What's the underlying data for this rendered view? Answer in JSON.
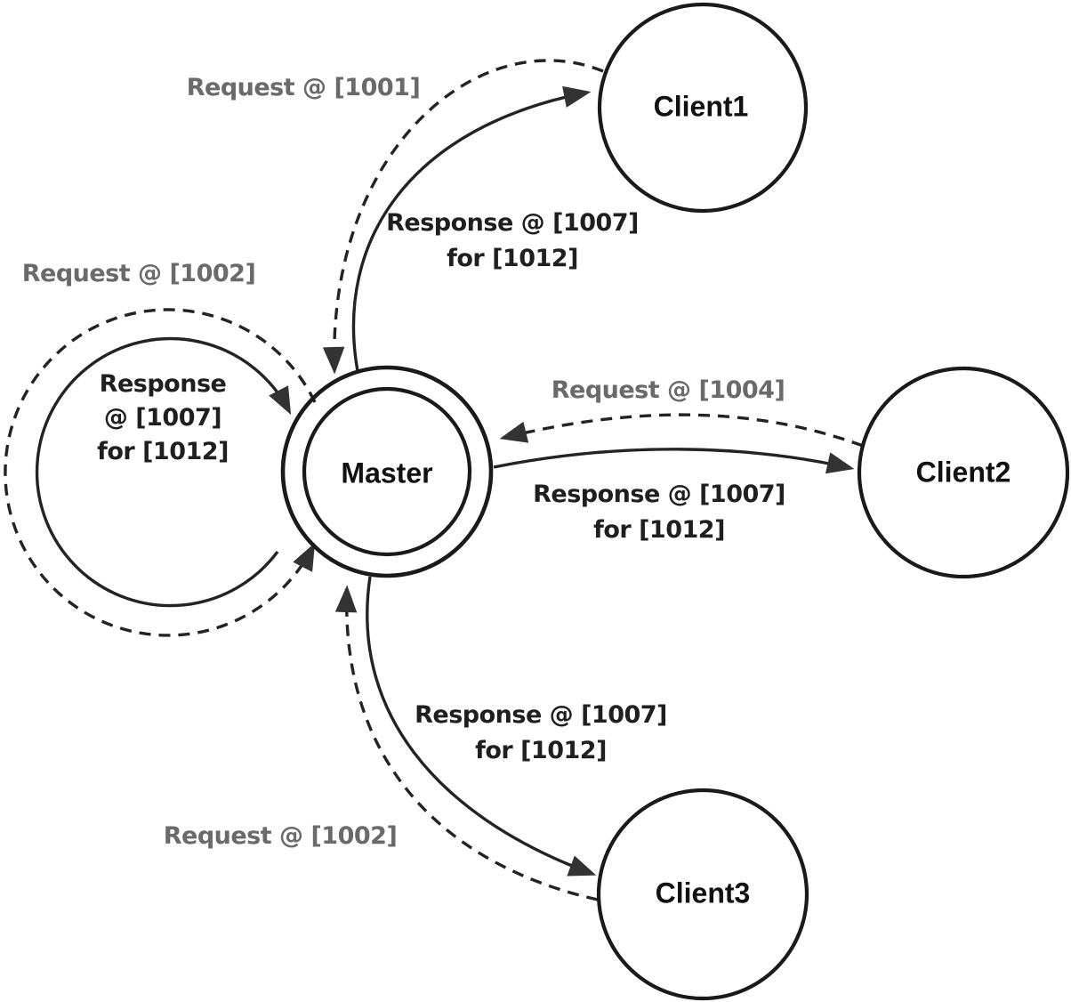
{
  "colors": {
    "request_label": "#6a6a6a",
    "response_label": "#1f1f1f",
    "edge_stroke": "#232323",
    "node_stroke": "#1a1a1a",
    "arrowhead": "#333333",
    "bg": "#ffffff"
  },
  "nodes": {
    "master": {
      "label": "Master"
    },
    "client1": {
      "label": "Client1"
    },
    "client2": {
      "label": "Client2"
    },
    "client3": {
      "label": "Client3"
    }
  },
  "labels": {
    "client1_request": {
      "text": "Request @ [1001]"
    },
    "client1_response": {
      "lines": [
        "Response @ [1007]",
        "for [1012]"
      ]
    },
    "self_request": {
      "text": "Request @ [1002]"
    },
    "self_response": {
      "lines": [
        "Response",
        "@ [1007]",
        "for [1012]"
      ]
    },
    "client2_request": {
      "text": "Request @ [1004]"
    },
    "client2_response": {
      "lines": [
        "Response @ [1007]",
        "for [1012]"
      ]
    },
    "client3_request": {
      "text": "Request @ [1002]"
    },
    "client3_response": {
      "lines": [
        "Response @ [1007]",
        "for [1012]"
      ]
    }
  }
}
